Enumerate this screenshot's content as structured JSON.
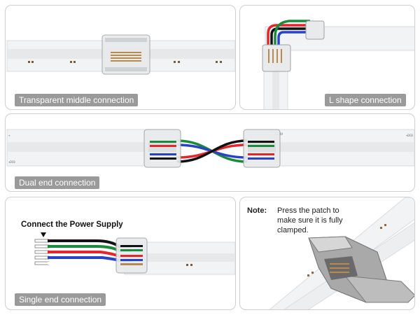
{
  "panels": {
    "middle": {
      "caption": "Transparent middle connection"
    },
    "lshape": {
      "caption": "L shape connection"
    },
    "dual": {
      "caption": "Dual end connection",
      "marks": {
        "left_top": "+",
        "left_bottom": "+DC0",
        "right_top": "+DC0",
        "mid_label": "DC24V"
      }
    },
    "single": {
      "caption": "Single end connection",
      "power_title": "Connect the Power Supply"
    },
    "note": {
      "label": "Note:",
      "text": "Press the patch to make sure it is fully clamped."
    }
  },
  "colors": {
    "panel_border": "#cfcfcf",
    "caption_bg": "#9a9a9a",
    "strip_fill": "#f1f3f4",
    "led_line": "#e6e8ea",
    "wire_red": "#e2262b",
    "wire_green": "#1c8a3c",
    "wire_blue": "#2843c8",
    "wire_black": "#111111",
    "clamp_gray": "#a9a9a9"
  }
}
